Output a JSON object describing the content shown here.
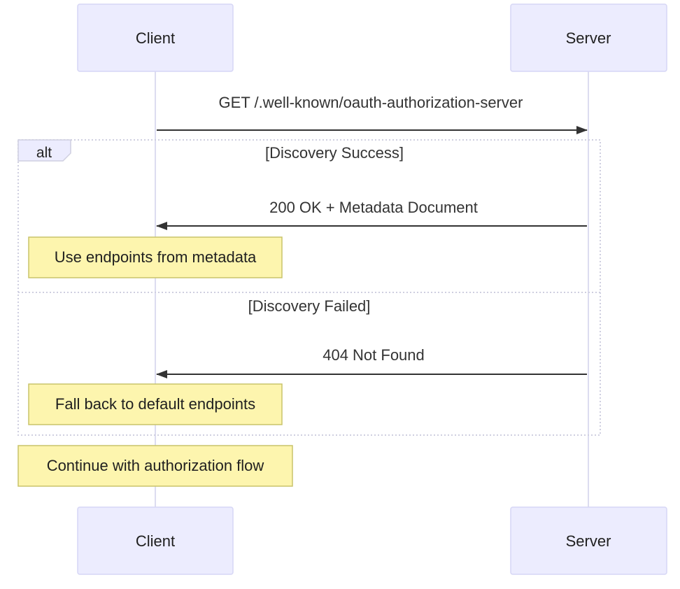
{
  "participants": {
    "client": "Client",
    "server": "Server"
  },
  "messages": {
    "request": "GET /.well-known/oauth-authorization-server",
    "success_response": "200 OK + Metadata Document",
    "failure_response": "404 Not Found"
  },
  "alt_block": {
    "keyword": "alt",
    "success_condition": "[Discovery Success]",
    "failure_condition": "[Discovery Failed]"
  },
  "notes": {
    "use_metadata": "Use endpoints from metadata",
    "fallback": "Fall back to default endpoints",
    "continue": "Continue with authorization flow"
  },
  "colors": {
    "actor_fill": "#ececfe",
    "actor_stroke": "#d6d6f5",
    "lifeline": "#dcdcf0",
    "arrow": "#333333",
    "note_fill": "#fdf5ae",
    "note_stroke": "#c8c36a",
    "alt_border": "#cfcfe0"
  }
}
